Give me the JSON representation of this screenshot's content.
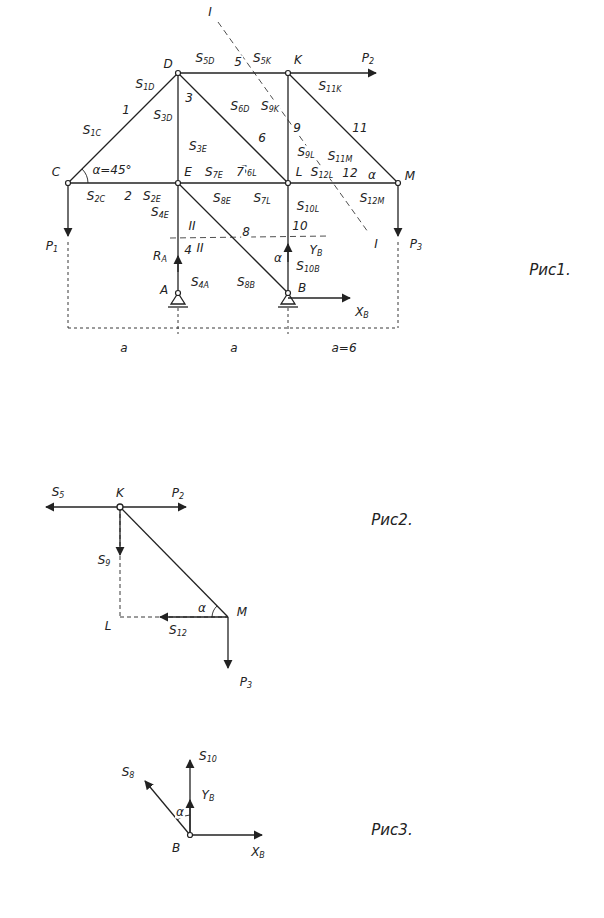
{
  "diagram": {
    "labels": [
      "I",
      "D",
      "S5D",
      "5",
      "S5K",
      "K",
      "P2",
      "S1D",
      "S6D",
      "S9K",
      "S11K",
      "S3D",
      "3",
      "6",
      "9",
      "11",
      "S11M",
      "S1C",
      "1",
      "α=45°",
      "S3E",
      "S6L",
      "S9L",
      "C",
      "S2C",
      "2",
      "S2E",
      "S4E",
      "E",
      "S7E",
      "7",
      "L",
      "S7L",
      "S12L",
      "12",
      "S12M",
      "α",
      "M",
      "P1",
      "S8E",
      "8",
      "S10L",
      "10",
      "YB",
      "II",
      "I",
      "P3",
      "RA",
      "4",
      "II",
      "S4A",
      "A",
      "S8B",
      "α",
      "S10B",
      "B",
      "XB",
      "a",
      "a",
      "a=6",
      "Рис1.",
      "S5",
      "K",
      "P2",
      "S9",
      "L",
      "α",
      "M",
      "S12",
      "P3",
      "Рис2.",
      "S8",
      "S10",
      "YB",
      "α",
      "B",
      "XB",
      "Рис3."
    ]
  }
}
